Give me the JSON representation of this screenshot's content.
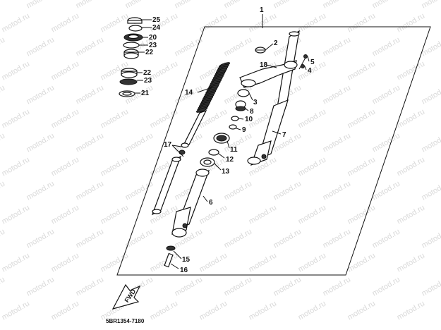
{
  "watermark": {
    "text": "motod.ru"
  },
  "callouts": {
    "c1": "1",
    "c2": "2",
    "c3": "3",
    "c4": "4",
    "c5": "5",
    "c6": "6",
    "c7": "7",
    "c8": "8",
    "c9": "9",
    "c10": "10",
    "c11": "11",
    "c12": "12",
    "c13": "13",
    "c14": "14",
    "c15": "15",
    "c16": "16",
    "c17": "17",
    "c18": "18",
    "c20": "20",
    "c21": "21",
    "c22a": "22",
    "c22b": "22",
    "c23a": "23",
    "c23b": "23",
    "c24": "24",
    "c25": "25"
  },
  "fwd_label": "FWD",
  "diagram_code": "5BR1354-7180"
}
